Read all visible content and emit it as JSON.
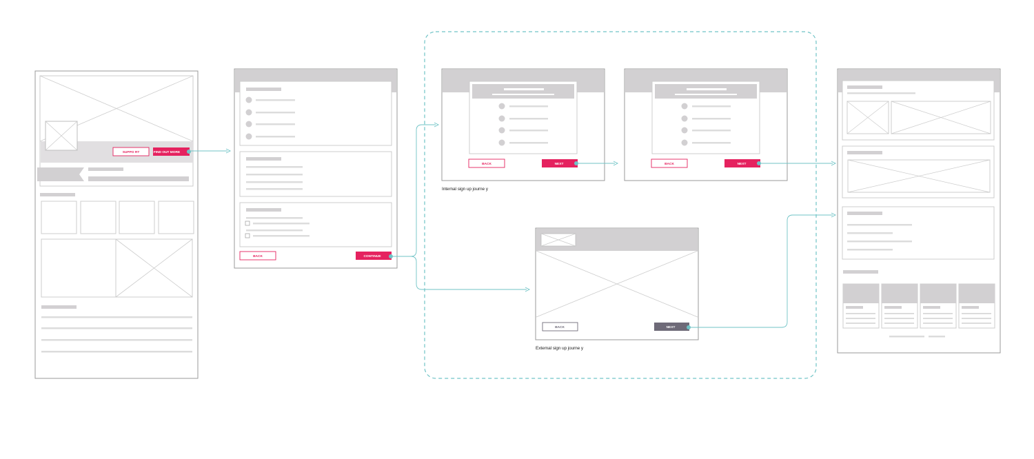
{
  "colors": {
    "frame": "#9a9a9a",
    "bar": "#d2d0d2",
    "line": "#dcdcdc",
    "accent": "#e5225f",
    "connector": "#6fc3c6",
    "external_button": "#6e6a78",
    "group_border": "#6fc3c6"
  },
  "landing": {
    "support_label": "SUPPO    RT",
    "find_out_more_label": "FIND OUT MORE"
  },
  "form": {
    "back_label": "BACK",
    "continue_label": "CONTINUE"
  },
  "internal_journey": {
    "caption": "Internal sign up journe   y",
    "step1": {
      "back_label": "BACK",
      "next_label": "NEXT"
    },
    "step2": {
      "back_label": "BACK",
      "next_label": "NEXT"
    }
  },
  "external_journey": {
    "caption": "External sign up journe   y",
    "back_label": "BACK",
    "next_label": "NEXT"
  }
}
